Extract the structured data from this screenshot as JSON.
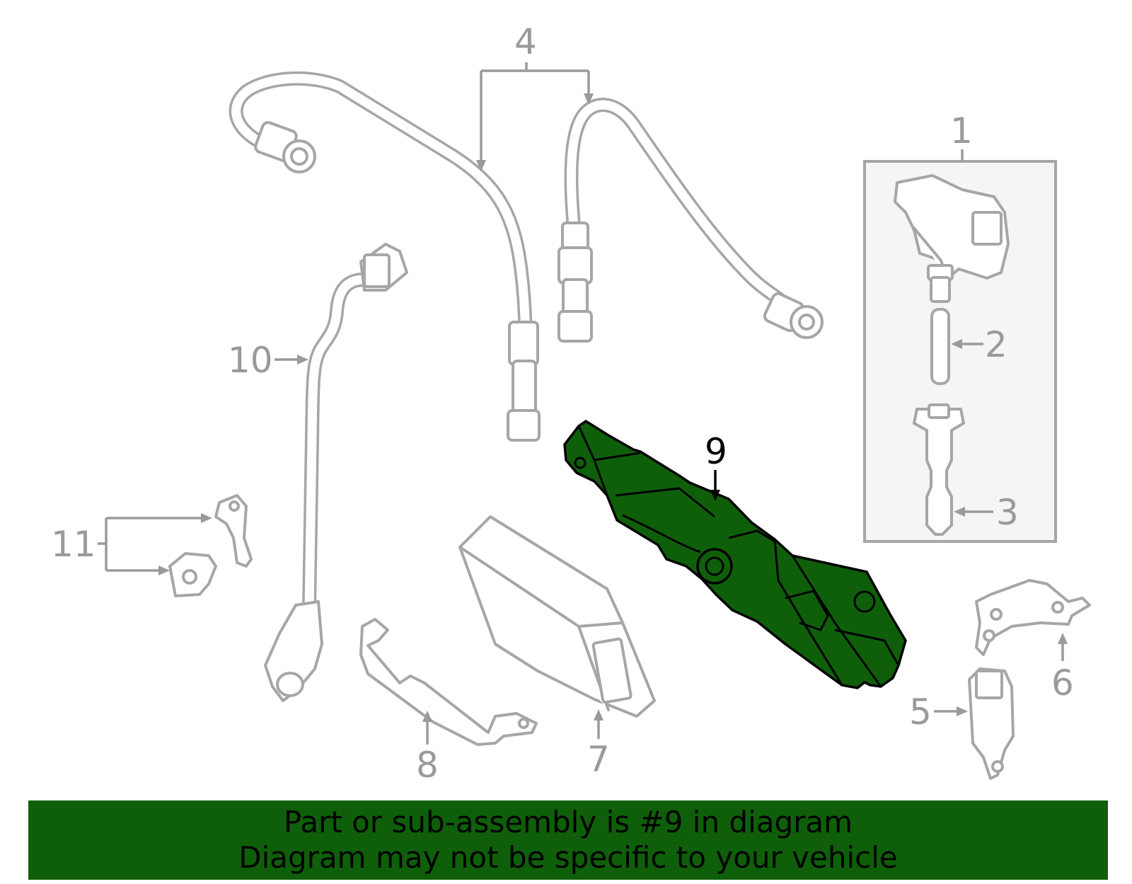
{
  "callouts": {
    "c1": "1",
    "c2": "2",
    "c3": "3",
    "c4": "4",
    "c5": "5",
    "c6": "6",
    "c7": "7",
    "c8": "8",
    "c9": "9",
    "c10": "10",
    "c11": "11"
  },
  "highlighted_part": "9",
  "banner": {
    "line1": "Part or sub-assembly is #9 in diagram",
    "line2": "Diagram may not be specific to your vehicle"
  },
  "colors": {
    "highlight": "#0f5f0a",
    "outline": "#a6a6a6",
    "callout_text": "#9a9a9a"
  }
}
